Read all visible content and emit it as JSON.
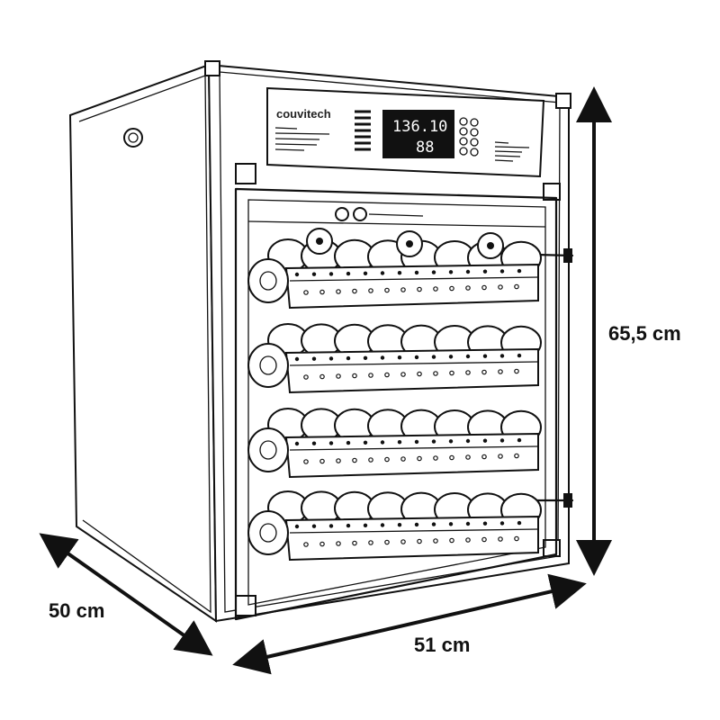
{
  "product": {
    "brand": "couvitech",
    "display": {
      "line1": "136.10",
      "line2": "88"
    }
  },
  "dimensions": {
    "height": "65,5 cm",
    "depth": "50 cm",
    "width": "51 cm"
  },
  "trays": 4
}
